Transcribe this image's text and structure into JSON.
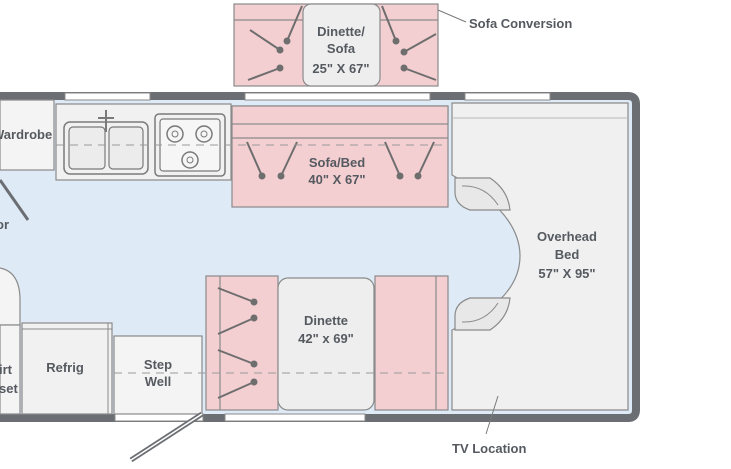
{
  "floorplan": {
    "labels": {
      "dinette_sofa_line1": "Dinette/",
      "dinette_sofa_line2": "Sofa",
      "dinette_sofa_dims": "25\" X 67\"",
      "sofa_conversion": "Sofa Conversion",
      "wardrobe": "Wardrobe",
      "sofa_bed": "Sofa/Bed",
      "sofa_bed_dims": "40\" X 67\"",
      "door_partial": "or",
      "overhead_bed_line1": "Overhead",
      "overhead_bed_line2": "Bed",
      "overhead_bed_dims": "57\" X 95\"",
      "dinette": "Dinette",
      "dinette_dims": "42\" x 69\"",
      "refrig": "Refrig",
      "step_well_line1": "Step",
      "step_well_line2": "Well",
      "shirt_closet_line1": "irt",
      "shirt_closet_line2": "set",
      "tv_location": "TV Location"
    },
    "colors": {
      "wall": "#6b6e72",
      "floor": "#dfeaf7",
      "furniture_pink": "#f4cfd2",
      "cab_fill": "#f1f1f1",
      "overhead_fill": "#f0f0f0",
      "stroke": "#7a7a7a"
    }
  }
}
